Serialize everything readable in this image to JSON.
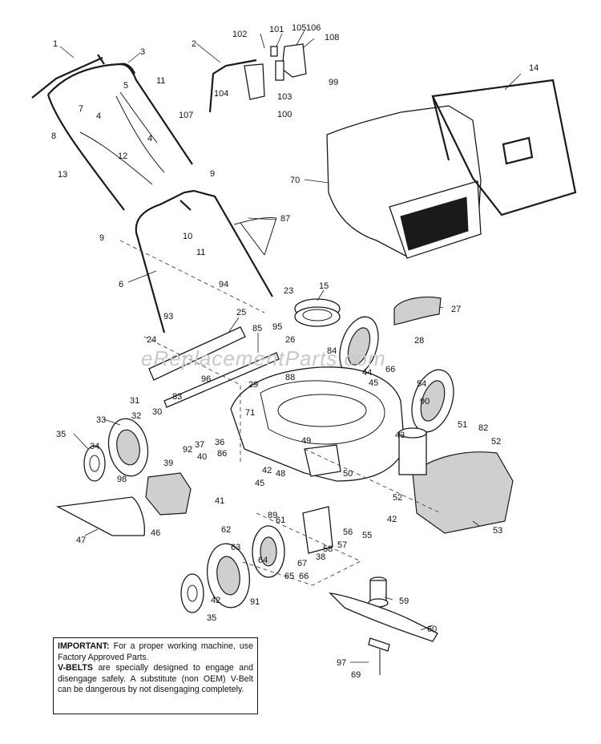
{
  "watermark": "eReplacementParts.com",
  "notice": {
    "important_label": "IMPORTANT:",
    "important_text": "For a proper working machine, use Factory Approved Parts.",
    "vbelts_label": "V-BELTS",
    "vbelts_text": "are specially designed to engage and disengage safely. A substitute (non OEM) V-Belt can be dangerous by not disengaging completely."
  },
  "part_numbers": [
    "1",
    "2",
    "3",
    "4",
    "5",
    "6",
    "7",
    "8",
    "9",
    "10",
    "11",
    "12",
    "13",
    "14",
    "15",
    "23",
    "24",
    "25",
    "26",
    "27",
    "28",
    "29",
    "30",
    "31",
    "32",
    "33",
    "34",
    "35",
    "36",
    "37",
    "38",
    "39",
    "40",
    "41",
    "42",
    "43",
    "44",
    "45",
    "46",
    "47",
    "48",
    "49",
    "50",
    "51",
    "52",
    "53",
    "54",
    "55",
    "56",
    "57",
    "58",
    "59",
    "60",
    "61",
    "62",
    "63",
    "64",
    "65",
    "66",
    "67",
    "69",
    "70",
    "71",
    "82",
    "83",
    "84",
    "85",
    "86",
    "87",
    "88",
    "89",
    "90",
    "91",
    "92",
    "93",
    "94",
    "95",
    "96",
    "97",
    "98",
    "99",
    "100",
    "101",
    "102",
    "103",
    "104",
    "105",
    "106",
    "107",
    "108"
  ]
}
